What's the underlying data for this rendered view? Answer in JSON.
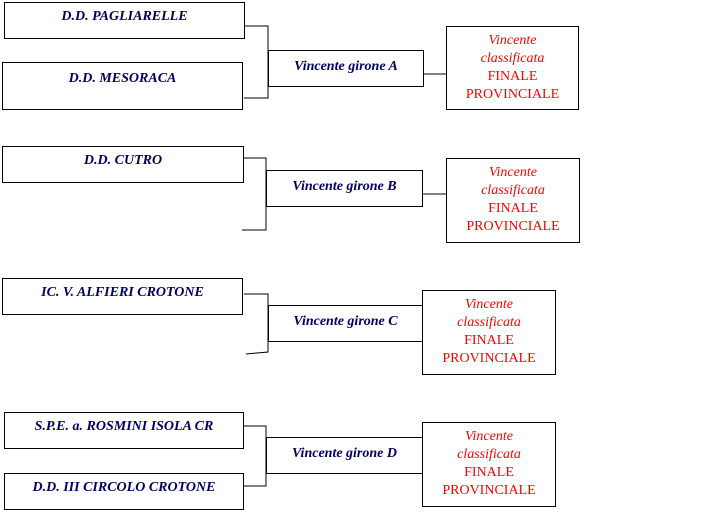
{
  "groups": [
    {
      "teams": [
        "D.D. PAGLIARELLE",
        "D.D. MESORACA"
      ],
      "winner": "Vincente girone A"
    },
    {
      "teams": [
        "D.D. CUTRO"
      ],
      "winner": "Vincente girone B"
    },
    {
      "teams": [
        "IC. V. ALFIERI CROTONE"
      ],
      "winner": "Vincente girone C"
    },
    {
      "teams": [
        "S.P.E. a. ROSMINI ISOLA CR",
        "D.D. III CIRCOLO CROTONE"
      ],
      "winner": "Vincente girone D"
    }
  ],
  "final_box": {
    "line1": "Vincente",
    "line2": "classificata",
    "line3": "FINALE",
    "line4": "PROVINCIALE",
    "color": "#ff0000"
  },
  "colors": {
    "team_text": "#000060",
    "border": "#000000"
  }
}
